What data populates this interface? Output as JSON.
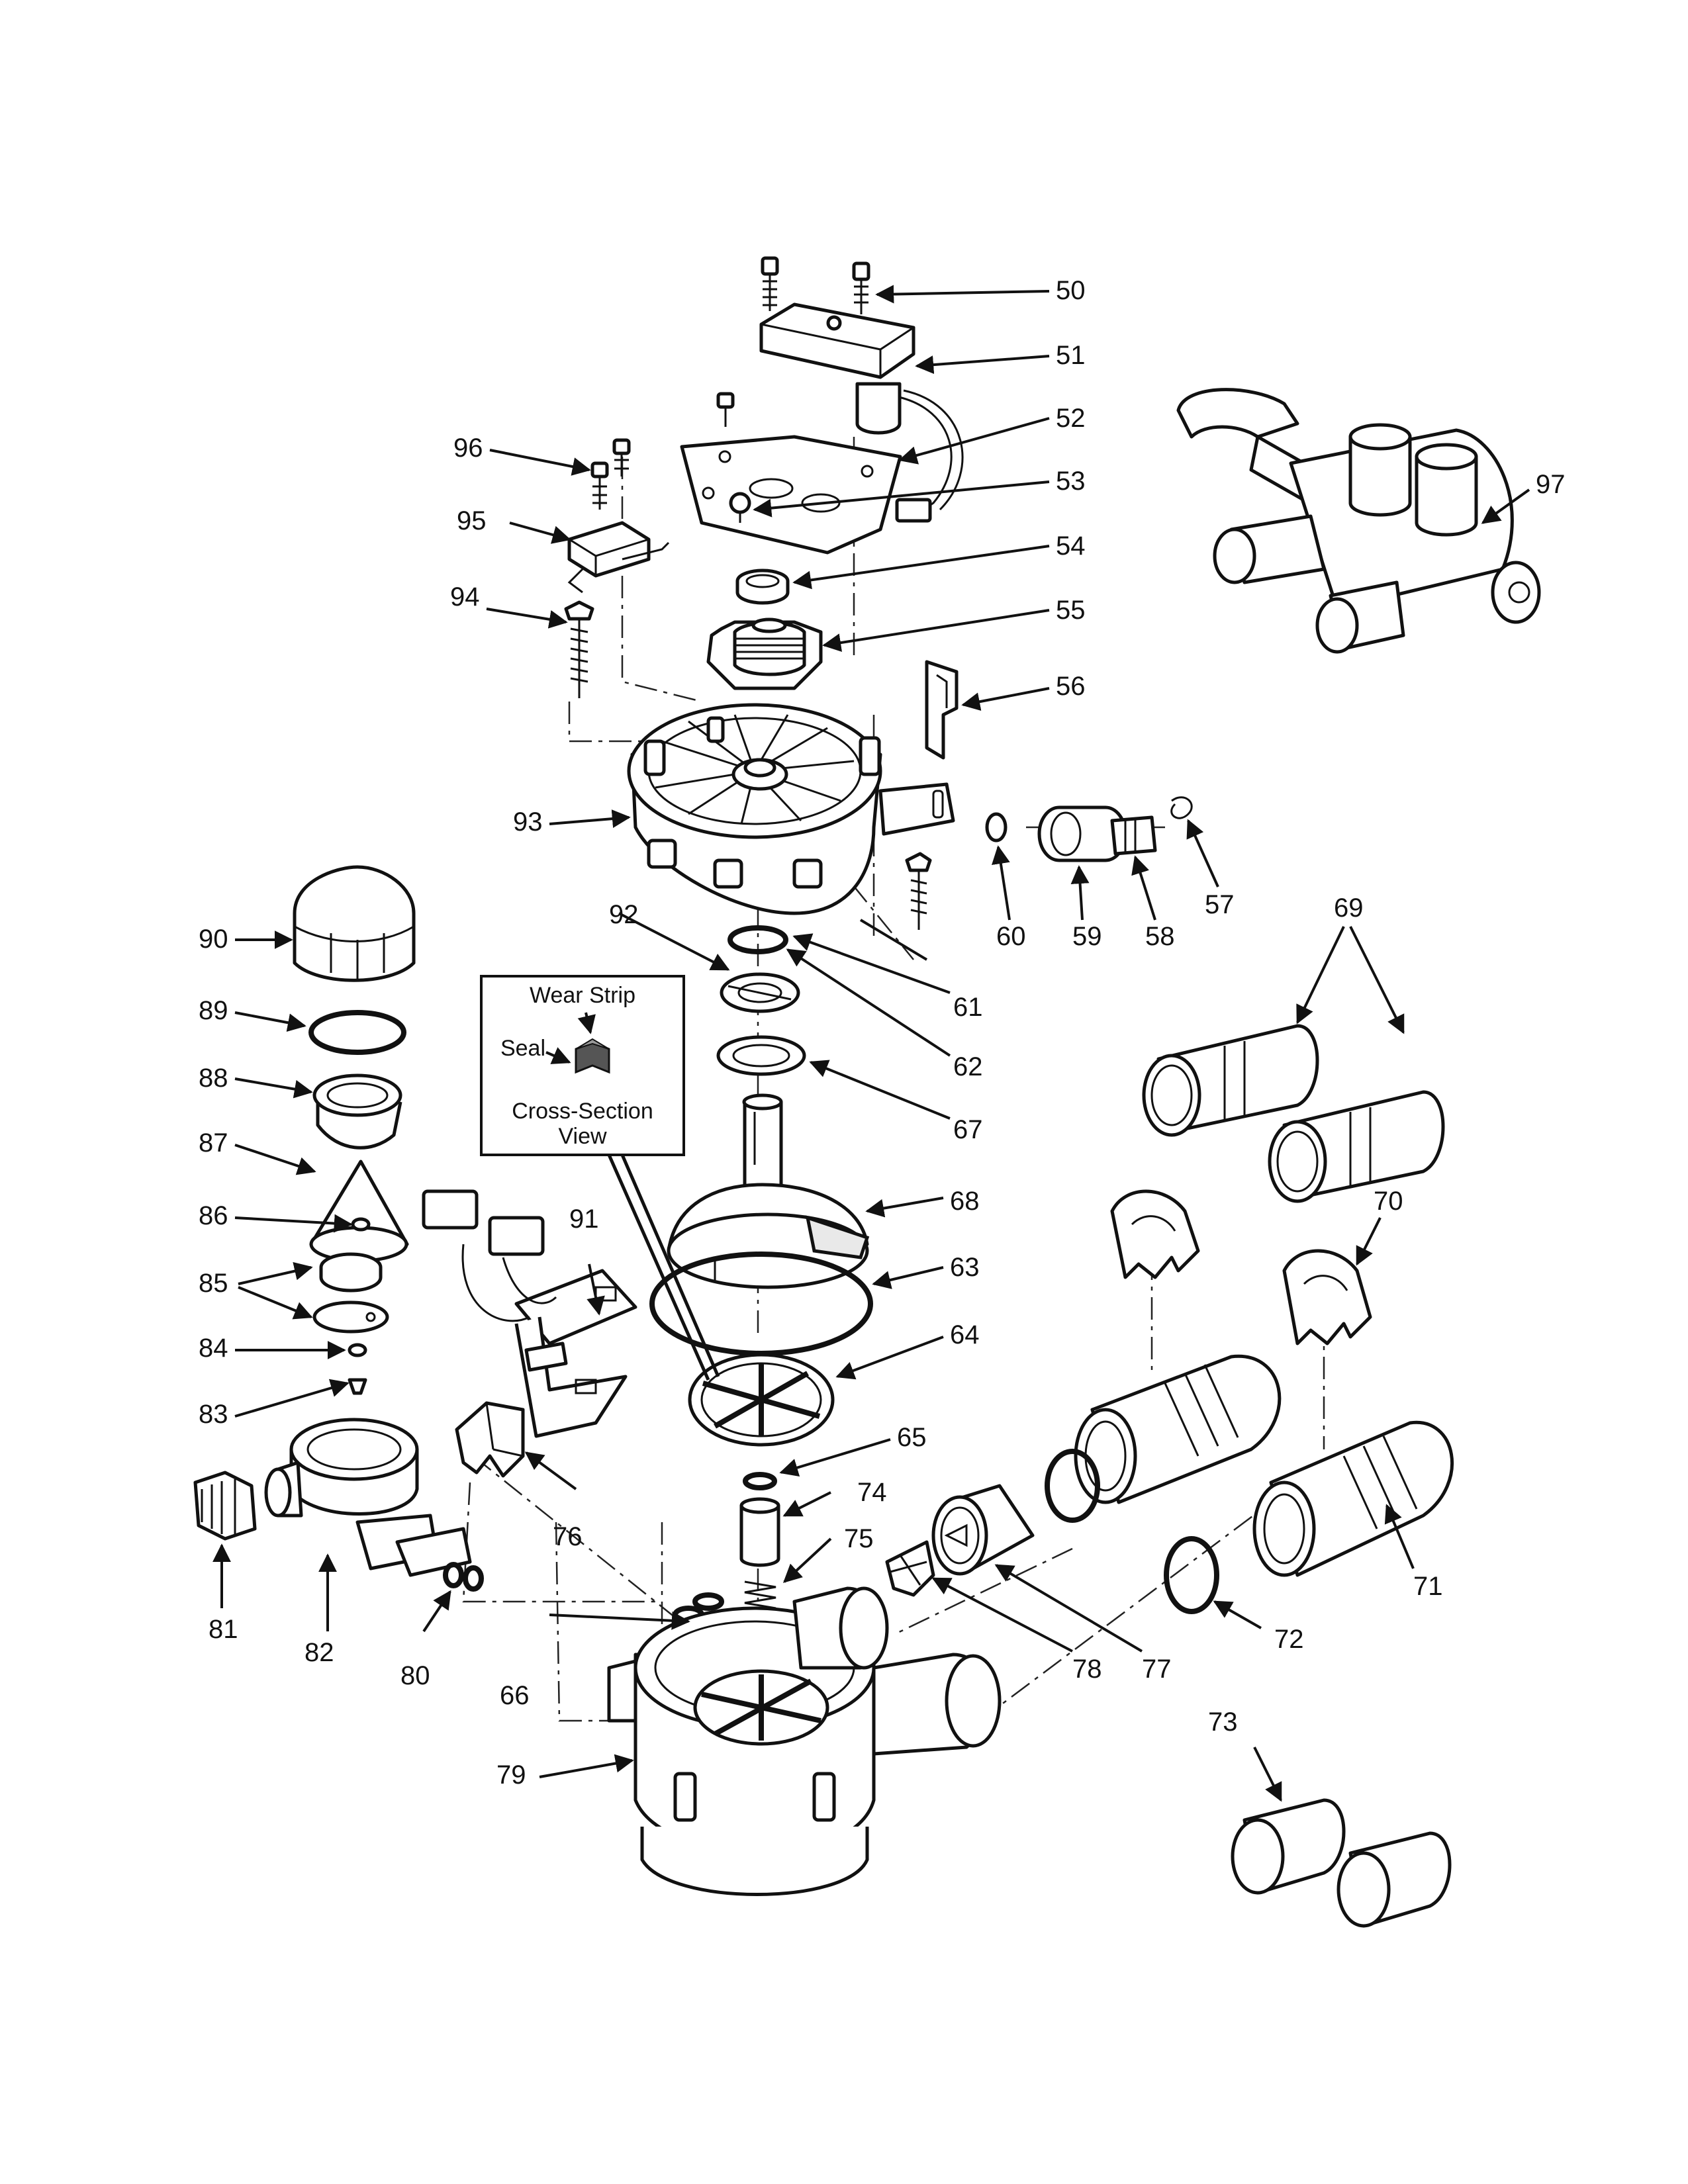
{
  "callouts": {
    "c50": "50",
    "c51": "51",
    "c52": "52",
    "c53": "53",
    "c54": "54",
    "c55": "55",
    "c56": "56",
    "c57": "57",
    "c58": "58",
    "c59": "59",
    "c60": "60",
    "c61": "61",
    "c62": "62",
    "c63": "63",
    "c64": "64",
    "c65": "65",
    "c66": "66",
    "c67": "67",
    "c68": "68",
    "c69": "69",
    "c70": "70",
    "c71": "71",
    "c72": "72",
    "c73": "73",
    "c74": "74",
    "c75": "75",
    "c76": "76",
    "c77": "77",
    "c78": "78",
    "c79": "79",
    "c80": "80",
    "c81": "81",
    "c82": "82",
    "c83": "83",
    "c84": "84",
    "c85": "85",
    "c86": "86",
    "c87": "87",
    "c88": "88",
    "c89": "89",
    "c90": "90",
    "c91": "91",
    "c92": "92",
    "c93": "93",
    "c94": "94",
    "c95": "95",
    "c96": "96",
    "c97": "97"
  },
  "inset": {
    "wear_strip": "Wear Strip",
    "seal": "Seal",
    "cross_section_1": "Cross-Section",
    "cross_section_2": "View"
  },
  "colors": {
    "line": "#111111",
    "background": "#ffffff"
  }
}
